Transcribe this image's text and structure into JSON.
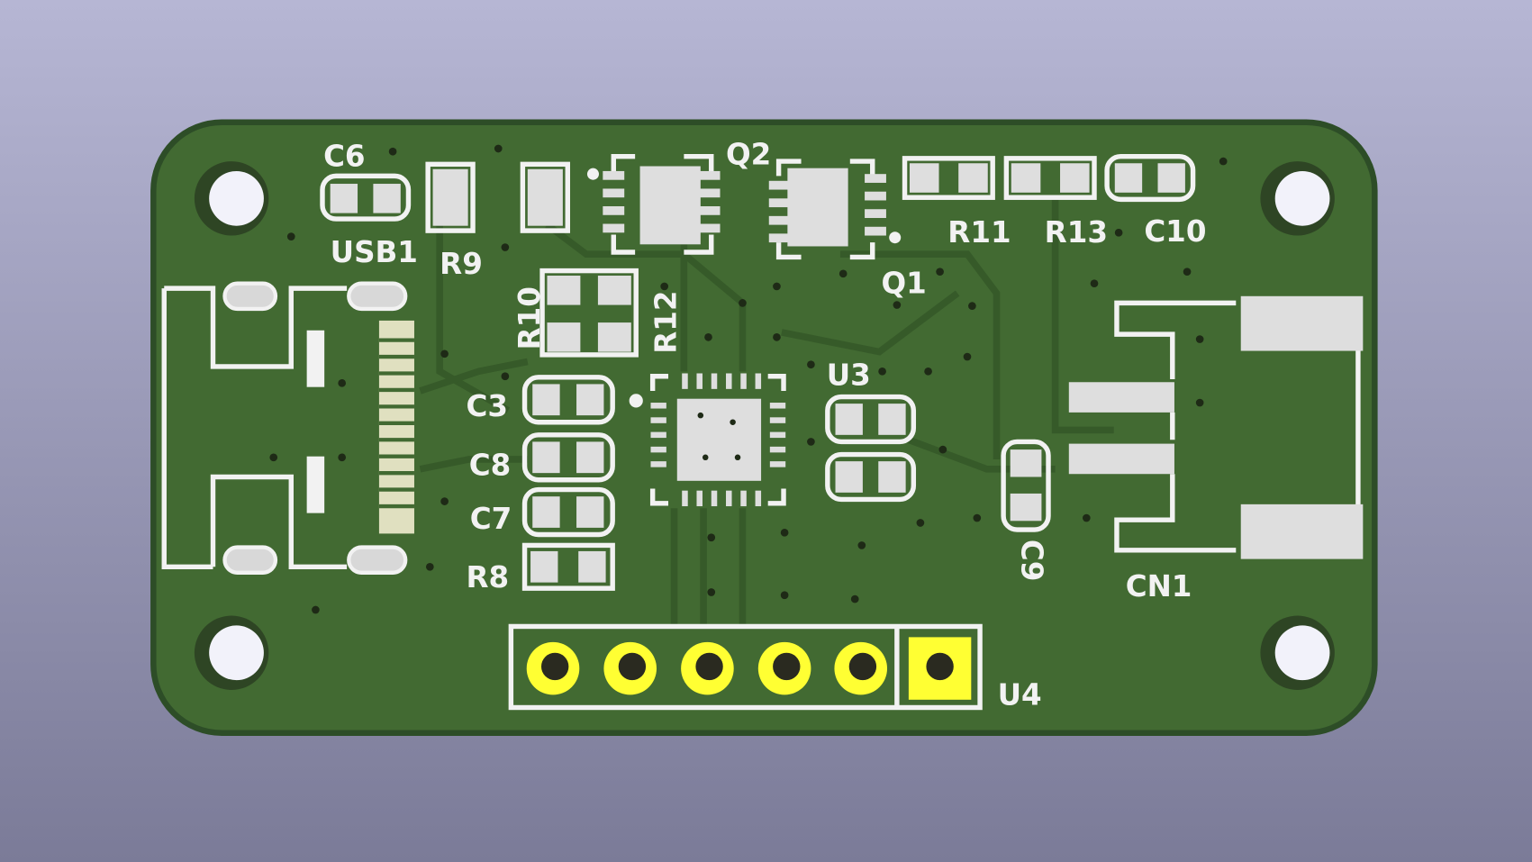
{
  "title": "PCB 3D view",
  "colors": {
    "board": "#426a32",
    "silkscreen": "#f2f2f2",
    "pad": "#dedede",
    "gold": "#ffff33",
    "background_top": "#b6b6d4",
    "background_bottom": "#7b7b98"
  },
  "references": {
    "c6": "C6",
    "usb1": "USB1",
    "r9": "R9",
    "q2": "Q2",
    "q1": "Q1",
    "r11": "R11",
    "r13": "R13",
    "c10": "C10",
    "r10": "R10",
    "r12": "R12",
    "c3": "C3",
    "c8": "C8",
    "c7": "C7",
    "r8": "R8",
    "u3": "U3",
    "c9": "C9",
    "cn1": "CN1",
    "u4": "U4"
  }
}
